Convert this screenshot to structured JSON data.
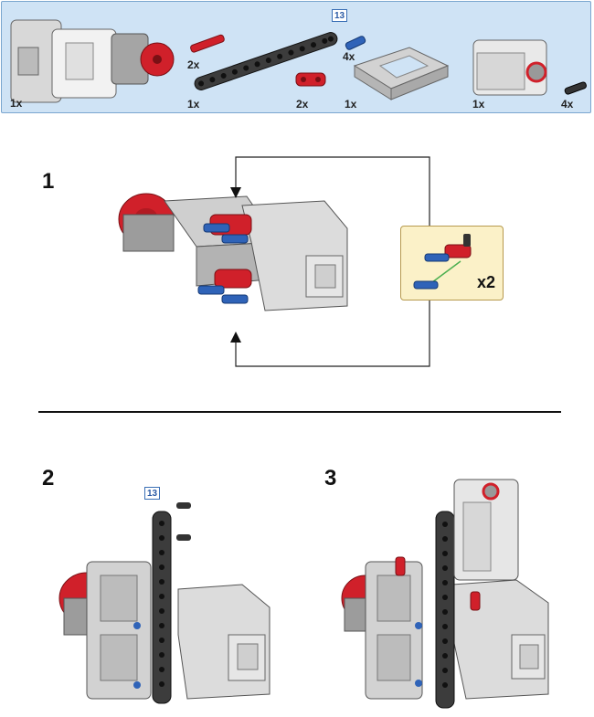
{
  "parts_panel": {
    "length_badge": "13",
    "quantities": [
      "1x",
      "2x",
      "1x",
      "4x",
      "2x",
      "1x",
      "1x",
      "4x"
    ]
  },
  "steps": [
    {
      "number": "1",
      "callout_multiplier": "x2"
    },
    {
      "number": "2",
      "length_badge": "13"
    },
    {
      "number": "3"
    }
  ],
  "colors": {
    "panel_bg": "#cfe3f5",
    "callout_bg": "#fbf1c8",
    "brick_red": "#d0202a",
    "pin_blue": "#2f63b8",
    "beam_dark": "#3c3c3c",
    "grey": "#c7c7c7"
  }
}
